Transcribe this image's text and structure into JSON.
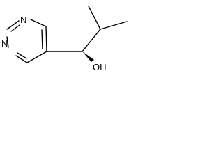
{
  "molecule": {
    "atoms": {
      "n1": "N",
      "n3": "N",
      "oh": "OH"
    }
  }
}
